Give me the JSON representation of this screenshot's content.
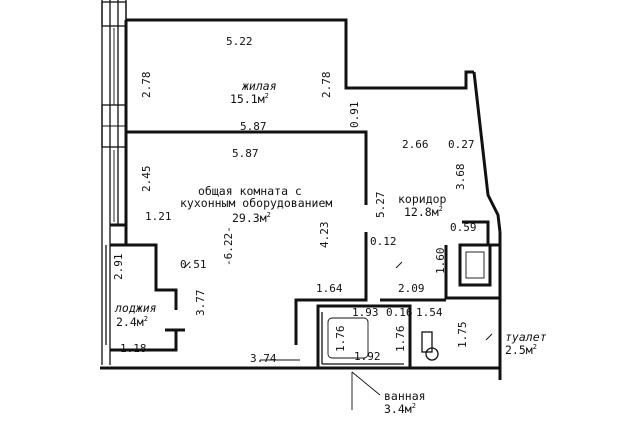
{
  "rooms": {
    "living": {
      "name": "жилая",
      "area": "15.1м",
      "sup": "2"
    },
    "common": {
      "line1": "общая комната с",
      "line2": "кухонным оборудованием",
      "area": "29.3м",
      "sup": "2"
    },
    "corridor": {
      "name": "коридор",
      "area": "12.8м",
      "sup": "2"
    },
    "loggia": {
      "name": "лоджия",
      "area": "2.4м",
      "sup": "2"
    },
    "toilet": {
      "name": "туалет",
      "area": "2.5м",
      "sup": "2"
    },
    "bathroom": {
      "name": "ванная",
      "area": "3.4м",
      "sup": "2"
    }
  },
  "dims": {
    "d522": "5.22",
    "d278a": "2.78",
    "d278b": "2.78",
    "d091": "0.91",
    "d587a": "5.87",
    "d587b": "5.87",
    "d266": "2.66",
    "d027": "0.27",
    "d368": "3.68",
    "d245": "2.45",
    "d527": "5.27",
    "d121": "1.21",
    "d622": "-6.22-",
    "d423": "4.23",
    "d012": "0.12",
    "d059": "0.59",
    "d291": "2.91",
    "d051": "0.51",
    "d160": "1.60",
    "d164": "1.64",
    "d209": "2.09",
    "d377": "3.77",
    "d193": "1.93",
    "d016": "0.16",
    "d154": "1.54",
    "d176a": "1.76",
    "d176b": "1.76",
    "d175": "1.75",
    "d118": "1.18",
    "d374": "3.74",
    "d192": "1.92"
  }
}
